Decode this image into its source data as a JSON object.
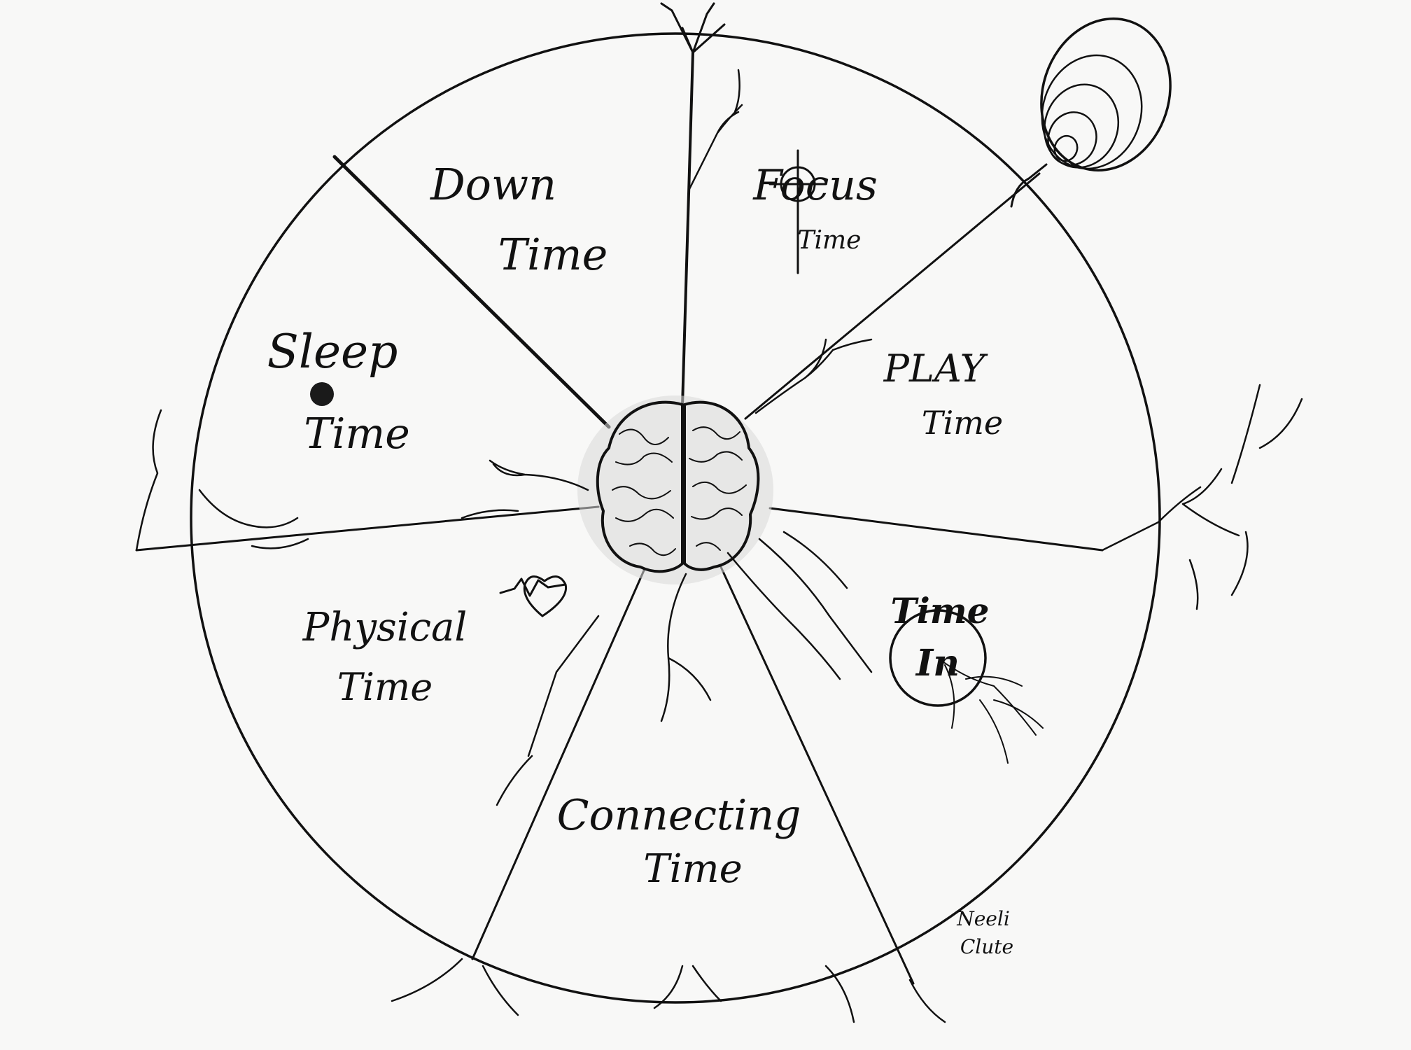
{
  "wheel": {
    "segments": [
      {
        "id": "down",
        "line1": "Down",
        "line2": "Time"
      },
      {
        "id": "focus",
        "line1": "Focus",
        "line2": "Time"
      },
      {
        "id": "play",
        "line1": "PLAY",
        "line2": "Time"
      },
      {
        "id": "time-in",
        "line1": "Time",
        "line2": "In"
      },
      {
        "id": "connecting",
        "line1": "Connecting",
        "line2": "Time"
      },
      {
        "id": "physical",
        "line1": "Physical",
        "line2": "Time"
      },
      {
        "id": "sleep",
        "line1": "Sleep",
        "line2": "Time"
      }
    ]
  },
  "signature": {
    "line1": "Neeli",
    "line2": "Clute"
  },
  "colors": {
    "ink": "#111111",
    "paper": "#f8f8f7"
  }
}
